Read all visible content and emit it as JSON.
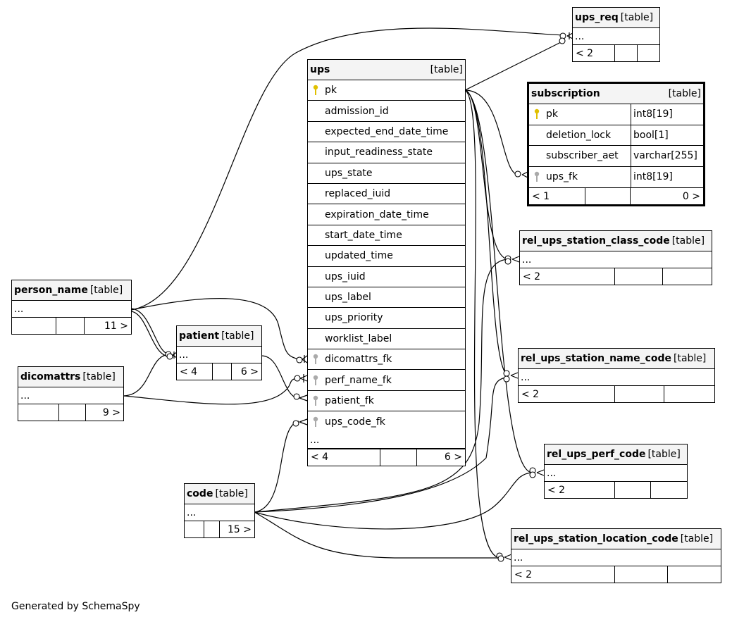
{
  "footer_text": "Generated by SchemaSpy",
  "type_label": "[table]",
  "tables": {
    "ups": {
      "name": "ups",
      "columns": [
        "pk",
        "admission_id",
        "expected_end_date_time",
        "input_readiness_state",
        "ups_state",
        "replaced_iuid",
        "expiration_date_time",
        "start_date_time",
        "updated_time",
        "ups_iuid",
        "ups_label",
        "ups_priority",
        "worklist_label",
        "dicomattrs_fk",
        "perf_name_fk",
        "patient_fk",
        "ups_code_fk"
      ],
      "more": "...",
      "parents": "< 4",
      "children": "6 >"
    },
    "ups_req": {
      "name": "ups_req",
      "more": "...",
      "parents": "< 2"
    },
    "subscription": {
      "name": "subscription",
      "columns": [
        {
          "name": "pk",
          "type": "int8[19]"
        },
        {
          "name": "deletion_lock",
          "type": "bool[1]"
        },
        {
          "name": "subscriber_aet",
          "type": "varchar[255]"
        },
        {
          "name": "ups_fk",
          "type": "int8[19]"
        }
      ],
      "parents": "< 1",
      "children": "0 >"
    },
    "rel_ups_station_class_code": {
      "name": "rel_ups_station_class_code",
      "more": "...",
      "parents": "< 2"
    },
    "rel_ups_station_name_code": {
      "name": "rel_ups_station_name_code",
      "more": "...",
      "parents": "< 2"
    },
    "rel_ups_perf_code": {
      "name": "rel_ups_perf_code",
      "more": "...",
      "parents": "< 2"
    },
    "rel_ups_station_location_code": {
      "name": "rel_ups_station_location_code",
      "more": "...",
      "parents": "< 2"
    },
    "person_name": {
      "name": "person_name",
      "more": "...",
      "children": "11 >"
    },
    "patient": {
      "name": "patient",
      "more": "...",
      "parents": "< 4",
      "children": "6 >"
    },
    "dicomattrs": {
      "name": "dicomattrs",
      "more": "...",
      "children": "9 >"
    },
    "code": {
      "name": "code",
      "more": "...",
      "children": "15 >"
    }
  },
  "colors": {
    "primary_key": "#e0c000",
    "foreign_key": "#aaaaaa",
    "header_bg": "#f4f4f4"
  }
}
